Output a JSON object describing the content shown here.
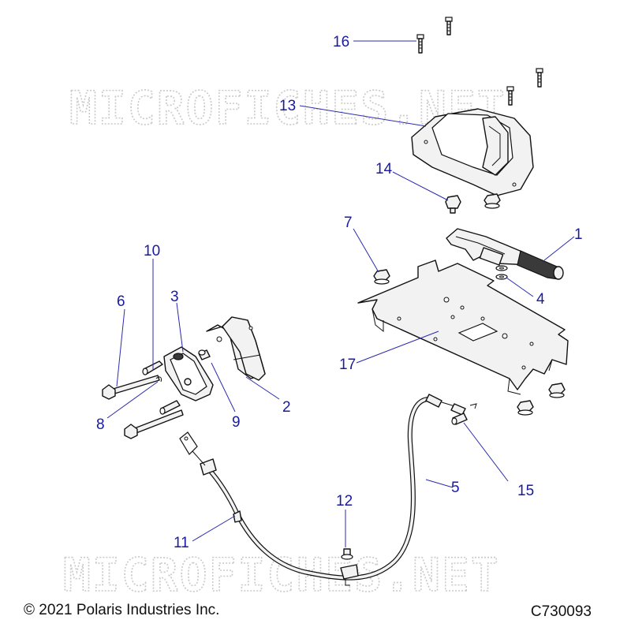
{
  "watermark": {
    "text": "MICROFICHES.NET"
  },
  "callouts": {
    "c1": "1",
    "c2": "2",
    "c3": "3",
    "c4": "4",
    "c5": "5",
    "c6": "6",
    "c7": "7",
    "c8": "8",
    "c9": "9",
    "c10": "10",
    "c11": "11",
    "c12": "12",
    "c13": "13",
    "c14": "14",
    "c15": "15",
    "c16": "16",
    "c17": "17"
  },
  "footer": {
    "copyright": "© 2021 Polaris Industries Inc.",
    "code": "C730093"
  },
  "colors": {
    "callout_text": "#1a1aa0",
    "leader_line": "#2a2ab0",
    "line_art": "#111111",
    "watermark": "#c9c9c9"
  }
}
